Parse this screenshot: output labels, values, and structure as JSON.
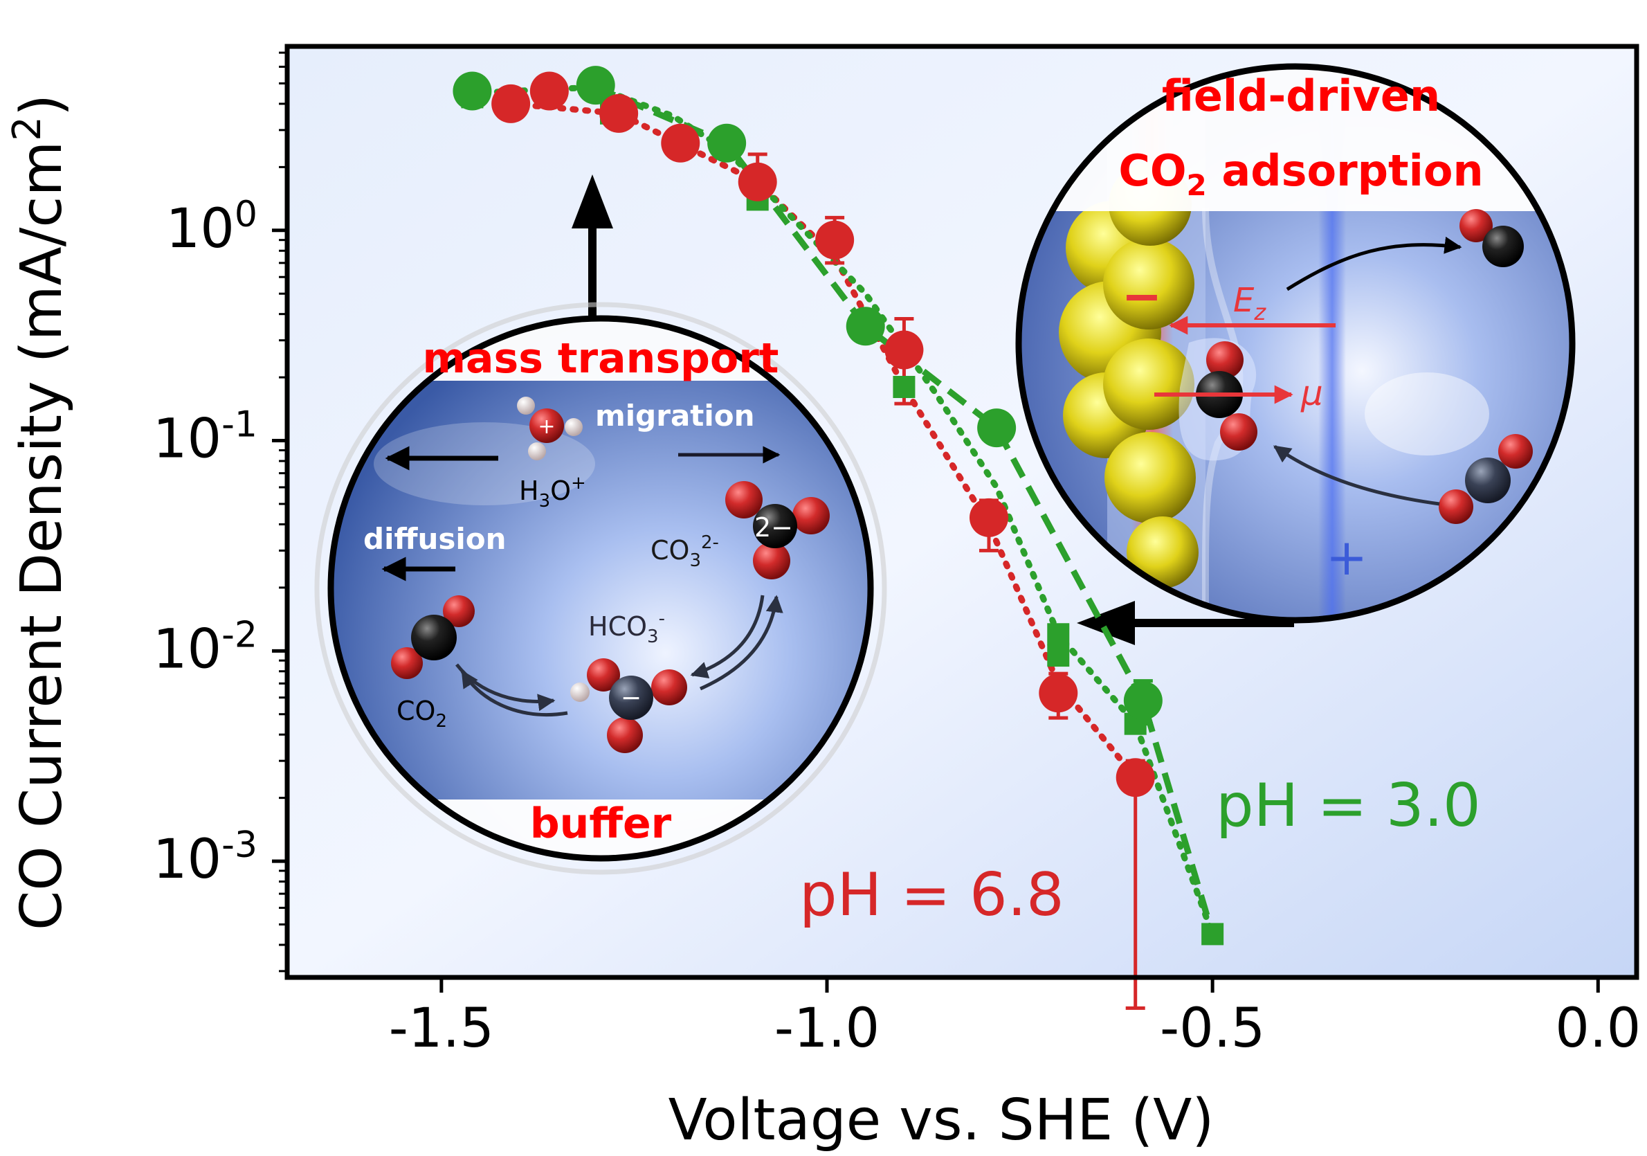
{
  "chart_data": {
    "type": "scatter",
    "xlabel": "Voltage vs. SHE (V)",
    "ylabel_base": "CO Current Density (mA/cm",
    "ylabel_sup": "2",
    "ylabel_close": ")",
    "xlim": [
      -1.7,
      0.05
    ],
    "ylim": [
      0.00028,
      7.5
    ],
    "yscale": "log",
    "grid": false,
    "x_ticks": [
      {
        "value": -1.5,
        "label": "-1.5"
      },
      {
        "value": -1.0,
        "label": "-1.0"
      },
      {
        "value": -0.5,
        "label": "-0.5"
      },
      {
        "value": 0.0,
        "label": "0.0"
      }
    ],
    "y_ticks": [
      {
        "value": 1,
        "base": "10",
        "exp": "0"
      },
      {
        "value": 0.1,
        "base": "10",
        "exp": "-1"
      },
      {
        "value": 0.01,
        "base": "10",
        "exp": "-2"
      },
      {
        "value": 0.001,
        "base": "10",
        "exp": "-3"
      }
    ],
    "series": [
      {
        "key": "ph68",
        "color": "#d62728",
        "label": "pH = 6.8",
        "points": [
          {
            "x": -1.41,
            "y": 4.0,
            "lo": 3.8,
            "hi": 4.2
          },
          {
            "x": -1.36,
            "y": 4.6,
            "lo": 4.4,
            "hi": 4.8
          },
          {
            "x": -1.27,
            "y": 3.6,
            "lo": 3.2,
            "hi": 4.0
          },
          {
            "x": -1.19,
            "y": 2.6,
            "lo": 2.3,
            "hi": 2.9
          },
          {
            "x": -1.09,
            "y": 1.7,
            "lo": 1.3,
            "hi": 2.3
          },
          {
            "x": -0.99,
            "y": 0.9,
            "lo": 0.7,
            "hi": 1.15
          },
          {
            "x": -0.9,
            "y": 0.27,
            "lo": 0.15,
            "hi": 0.38
          },
          {
            "x": -0.79,
            "y": 0.043,
            "lo": 0.03,
            "hi": 0.052
          },
          {
            "x": -0.7,
            "y": 0.0063,
            "lo": 0.0048,
            "hi": 0.0078
          },
          {
            "x": -0.6,
            "y": 0.0025,
            "lo": 0.0002,
            "hi": 0.003
          }
        ],
        "line": [
          {
            "x": -1.41,
            "y": 4.0
          },
          {
            "x": -1.27,
            "y": 3.6
          },
          {
            "x": -1.09,
            "y": 1.7
          },
          {
            "x": -0.99,
            "y": 0.75
          },
          {
            "x": -0.9,
            "y": 0.18
          },
          {
            "x": -0.79,
            "y": 0.04
          },
          {
            "x": -0.7,
            "y": 0.007
          },
          {
            "x": -0.6,
            "y": 0.0025
          }
        ]
      },
      {
        "key": "ph30",
        "color": "#2ca02c",
        "label": "pH = 3.0",
        "points": [
          {
            "x": -1.46,
            "y": 4.6,
            "lo": 4.4,
            "hi": 4.8
          },
          {
            "x": -1.3,
            "y": 4.9,
            "lo": 4.7,
            "hi": 5.1
          },
          {
            "x": -1.13,
            "y": 2.6,
            "lo": 2.4,
            "hi": 2.8
          },
          {
            "x": -0.95,
            "y": 0.35,
            "lo": 0.32,
            "hi": 0.38
          },
          {
            "x": -0.78,
            "y": 0.115,
            "lo": 0.105,
            "hi": 0.125
          },
          {
            "x": -0.59,
            "y": 0.0058,
            "lo": 0.0045,
            "hi": 0.0072
          }
        ],
        "line": [
          {
            "x": -1.46,
            "y": 4.5
          },
          {
            "x": -1.3,
            "y": 4.8
          },
          {
            "x": -1.2,
            "y": 3.5
          },
          {
            "x": -1.13,
            "y": 2.4
          },
          {
            "x": -1.05,
            "y": 1.2
          },
          {
            "x": -0.95,
            "y": 0.5
          },
          {
            "x": -0.86,
            "y": 0.17
          },
          {
            "x": -0.78,
            "y": 0.06
          },
          {
            "x": -0.7,
            "y": 0.012
          },
          {
            "x": -0.6,
            "y": 0.0045
          },
          {
            "x": -0.5,
            "y": 0.00045
          }
        ],
        "line2": [
          {
            "x": -1.3,
            "y": 4.8
          },
          {
            "x": -1.13,
            "y": 2.6
          },
          {
            "x": -0.95,
            "y": 0.35
          },
          {
            "x": -0.78,
            "y": 0.115
          },
          {
            "x": -0.59,
            "y": 0.0058
          },
          {
            "x": -0.5,
            "y": 0.00045
          }
        ],
        "squares": [
          {
            "x": -1.46,
            "y": 4.3
          },
          {
            "x": -1.28,
            "y": 3.6
          },
          {
            "x": -1.09,
            "y": 1.4
          },
          {
            "x": -0.9,
            "y": 0.18
          },
          {
            "x": -0.7,
            "y": 0.012
          },
          {
            "x": -0.7,
            "y": 0.0095
          },
          {
            "x": -0.6,
            "y": 0.0045
          },
          {
            "x": -0.5,
            "y": 0.00045
          }
        ]
      }
    ],
    "annotations": {
      "ph68_label": "pH = 6.8",
      "ph30_label": "pH = 3.0"
    }
  },
  "insets": {
    "left": {
      "title": "mass transport",
      "bottom_label": "buffer",
      "migration": "migration",
      "diffusion": "diffusion",
      "h3o_base": "H",
      "h3o_sub": "3",
      "h3o_mid": "O",
      "h3o_sup": "+",
      "co3_base": "CO",
      "co3_sub": "3",
      "co3_sup": "2-",
      "hco3_base": "HCO",
      "hco3_sub": "3",
      "hco3_sup": "-",
      "co2_base": "CO",
      "co2_sub": "2",
      "charge_plus": "+",
      "charge_2minus": "2−",
      "charge_minus": "−"
    },
    "right": {
      "title_line1": "field-driven",
      "title_line2_a": "CO",
      "title_line2_sub": "2",
      "title_line2_b": " adsorption",
      "ez_base": "E",
      "ez_sub": "z",
      "mu": "μ",
      "minus": "−",
      "plus": "+"
    }
  }
}
